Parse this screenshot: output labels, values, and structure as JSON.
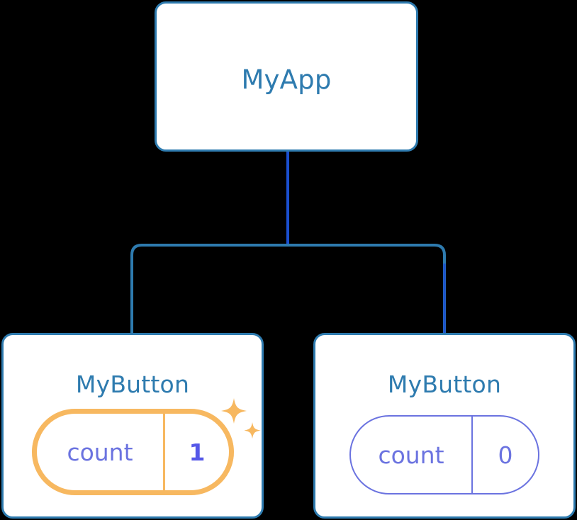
{
  "diagram": {
    "title": "Component tree with local state",
    "background_color": "#000000",
    "node_border_color": "#2E7BAF",
    "node_fill_color": "#FFFFFF",
    "edge_color": "#2E7BAF",
    "edge_active_color": "#1A4FD0",
    "accent_active_color": "#F7B860",
    "accent_glow_color": "#FBDEB2",
    "state_text_color": "#6B73E0",
    "state_value_active_color": "#5558E8"
  },
  "nodes": {
    "root": {
      "label": "MyApp"
    },
    "child_left": {
      "label": "MyButton",
      "state": {
        "key": "count",
        "value": "1",
        "highlighted": true
      },
      "sparkle_icons": [
        "sparkle-large-icon",
        "sparkle-small-icon"
      ]
    },
    "child_right": {
      "label": "MyButton",
      "state": {
        "key": "count",
        "value": "0",
        "highlighted": false
      }
    }
  },
  "edges": [
    {
      "from": "root",
      "to": "child_left",
      "active": false
    },
    {
      "from": "root",
      "to": "child_right",
      "active": true
    }
  ]
}
